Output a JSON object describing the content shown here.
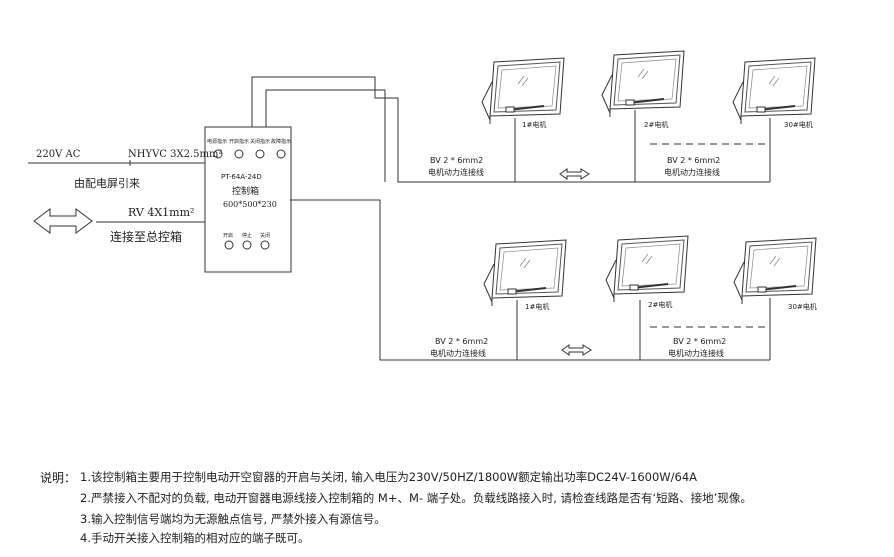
{
  "power": {
    "supply_label": "220V AC",
    "cable_label": "NHYVC 3X2.5mm²",
    "source_note": "由配电屏引来"
  },
  "link": {
    "cable_label": "RV 4X1mm²",
    "note": "连接至总控箱"
  },
  "control_box": {
    "indicators": [
      "电源指示",
      "开启指示",
      "关闭指示",
      "故障指示"
    ],
    "model": "PT-64A-24D",
    "name": "控制箱",
    "size": "600*500*230",
    "switches": [
      "开启",
      "停止",
      "关闭"
    ]
  },
  "groups": [
    {
      "motors": [
        "1#电机",
        "2#电机",
        "30#电机"
      ],
      "cable_left": "BV 2 * 6mm2",
      "cable_left_note": "电机动力连接线",
      "cable_right": "BV 2 * 6mm2",
      "cable_right_note": "电机动力连接线"
    },
    {
      "motors": [
        "1#电机",
        "2#电机",
        "30#电机"
      ],
      "cable_left": "BV 2 * 6mm2",
      "cable_left_note": "电机动力连接线",
      "cable_right": "BV 2 * 6mm2",
      "cable_right_note": "电机动力连接线"
    }
  ],
  "notes": {
    "prefix": "说明：",
    "items": [
      "1.该控制箱主要用于控制电动开空窗器的开启与关闭, 输入电压为230V/50HZ/1800W额定输出功率DC24V-1600W/64A",
      "2.严禁接入不配对的负载, 电动开窗器电源线接入控制箱的 M+、M- 端子处。负载线路接入时, 请检查线路是否有‘短路、接地’现像。",
      "3.输入控制信号端均为无源触点信号, 严禁外接入有源信号。",
      "4.手动开关接入控制箱的相对应的端子既可。"
    ]
  }
}
